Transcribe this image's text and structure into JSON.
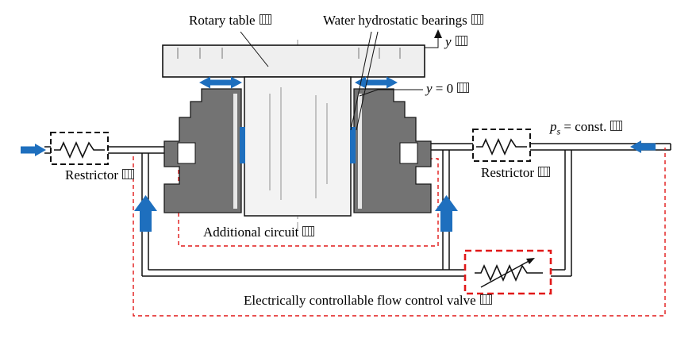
{
  "labels": {
    "rotary_table": "Rotary table",
    "water_bearings": "Water hydrostatic bearings",
    "y_axis": "y",
    "y_zero_y": "y",
    "y_zero_rest": " = 0",
    "ps_p": "p",
    "ps_sub": "s",
    "ps_rest": " = const.",
    "restrictor": "Restrictor",
    "additional_circuit": "Additional circuit",
    "flow_valve": "Electrically controllable flow control valve"
  },
  "icons": {
    "ref_box": "missing-glyph-reference-box"
  },
  "colors": {
    "arrow_blue": "#1e6fbe",
    "circuit_red": "#e11818",
    "block_gray": "#737373",
    "table_fill": "#efefef",
    "column_fill": "#f3f3f3"
  }
}
